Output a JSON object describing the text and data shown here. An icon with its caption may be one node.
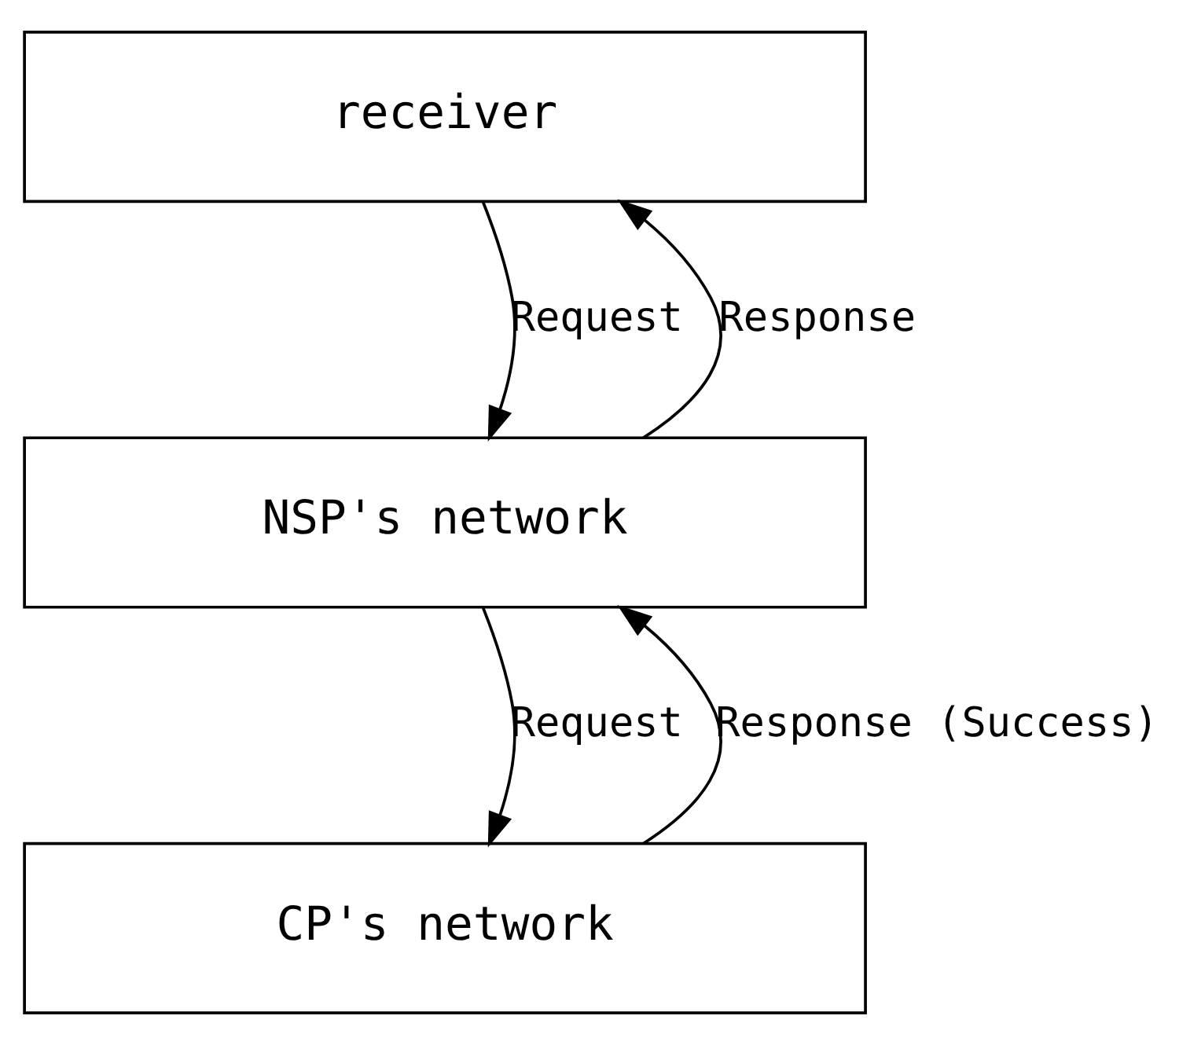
{
  "diagram": {
    "nodes": [
      {
        "text": [
          "receiver"
        ]
      },
      {
        "text": [
          "NSP's network"
        ]
      },
      {
        "text": [
          "CP's network"
        ]
      }
    ],
    "edges": [
      {
        "from": 0,
        "to": 1,
        "arrow": "to",
        "label": "Request"
      },
      {
        "from": 1,
        "to": 0,
        "arrow": "to",
        "label": "Response"
      },
      {
        "from": 1,
        "to": 2,
        "arrow": "to",
        "label": "Request"
      },
      {
        "from": 2,
        "to": 1,
        "arrow": "to",
        "label": "Response (Success)"
      }
    ]
  }
}
